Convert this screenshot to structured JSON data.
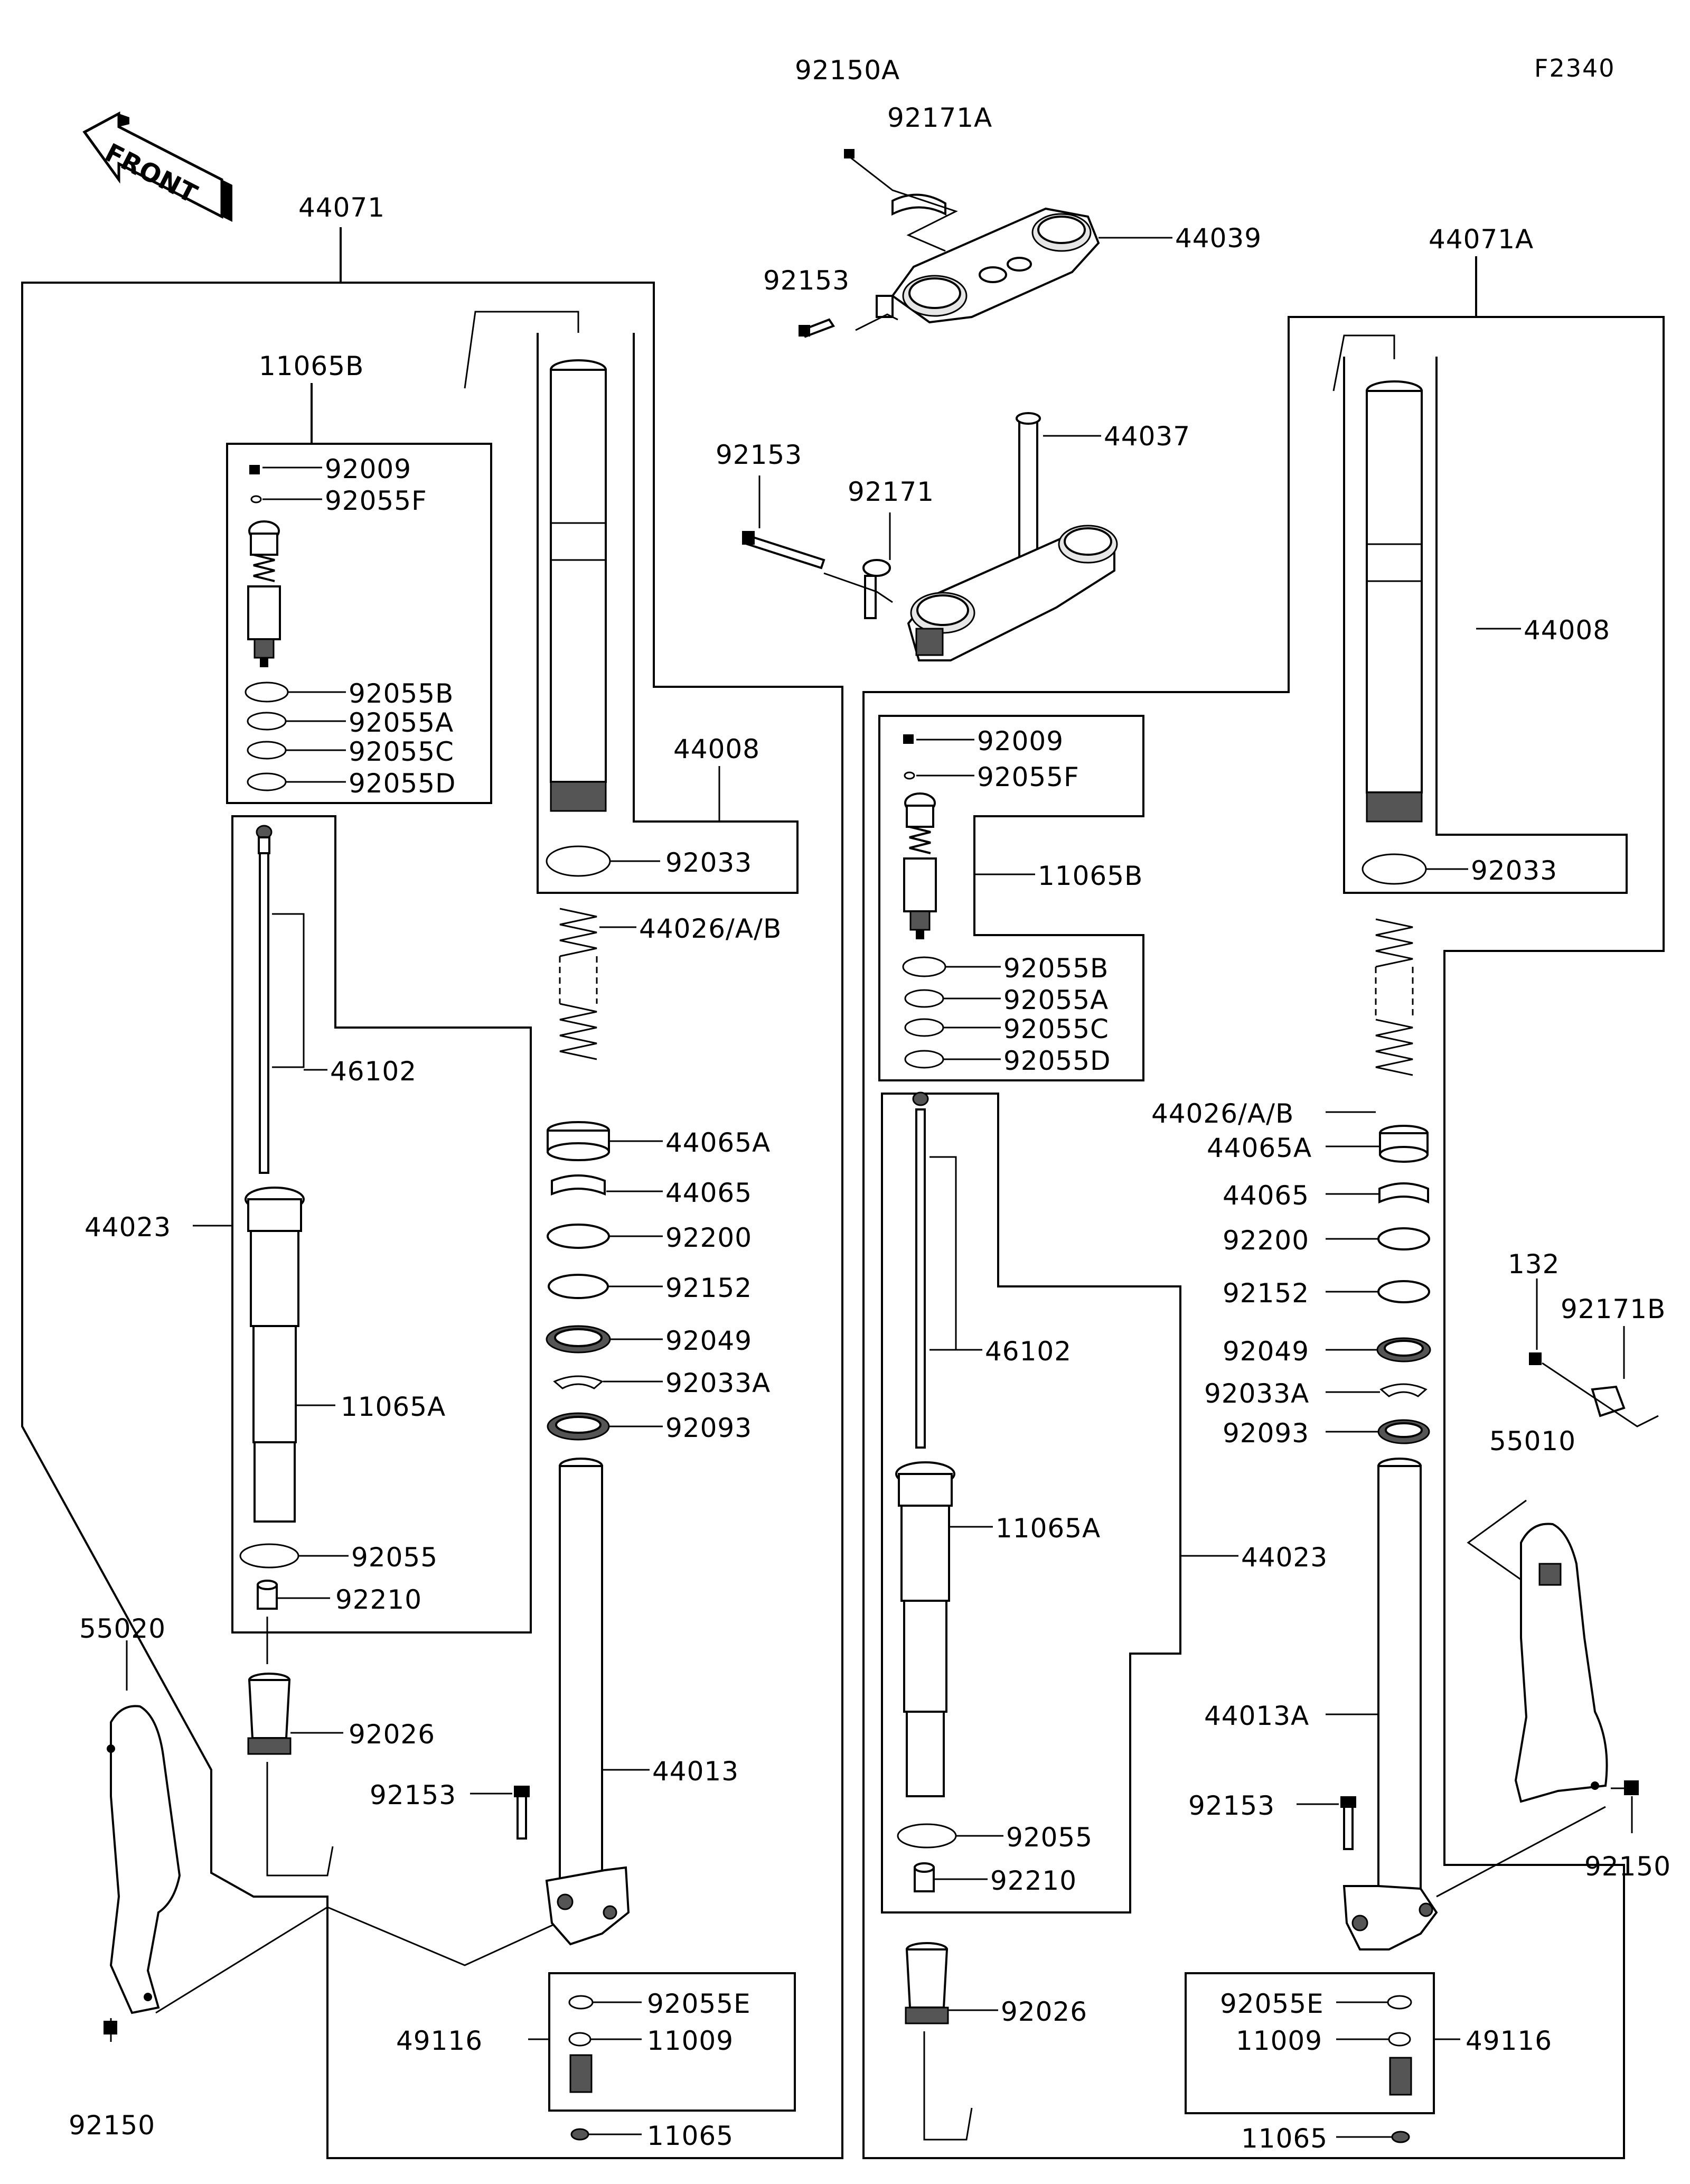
{
  "diagram_code": "F2340",
  "front_label": "FRONT",
  "labels": {
    "p92150A": "92150A",
    "p92171A": "92171A",
    "p44039": "44039",
    "p92153_top": "92153",
    "p44037": "44037",
    "p92153_mid": "92153",
    "p92171": "92171",
    "p44071": "44071",
    "p44071A": "44071A",
    "L_11065B": "11065B",
    "L_92009": "92009",
    "L_92055F": "92055F",
    "L_92055B": "92055B",
    "L_92055A": "92055A",
    "L_92055C": "92055C",
    "L_92055D": "92055D",
    "L_46102": "46102",
    "L_44023": "44023",
    "L_11065A": "11065A",
    "L_92055": "92055",
    "L_92210": "92210",
    "L_55020": "55020",
    "L_92026": "92026",
    "L_92153": "92153",
    "L_92150": "92150",
    "L_44008": "44008",
    "L_92033": "92033",
    "L_44026": "44026/A/B",
    "L_44065A": "44065A",
    "L_44065": "44065",
    "L_92200": "92200",
    "L_92152": "92152",
    "L_92049": "92049",
    "L_92033A": "92033A",
    "L_92093": "92093",
    "L_44013": "44013",
    "L_92055E": "92055E",
    "L_49116": "49116",
    "L_11009": "11009",
    "L_11065": "11065",
    "R_92009": "92009",
    "R_92055F": "92055F",
    "R_11065B": "11065B",
    "R_92055B": "92055B",
    "R_92055A": "92055A",
    "R_92055C": "92055C",
    "R_92055D": "92055D",
    "R_46102": "46102",
    "R_11065A": "11065A",
    "R_44023": "44023",
    "R_92055": "92055",
    "R_92210": "92210",
    "R_92026": "92026",
    "R_44008": "44008",
    "R_92033": "92033",
    "R_44026": "44026/A/B",
    "R_44065A": "44065A",
    "R_44065": "44065",
    "R_92200": "92200",
    "R_92152": "92152",
    "R_92049": "92049",
    "R_92033A": "92033A",
    "R_92093": "92093",
    "R_44013A": "44013A",
    "R_92153": "92153",
    "R_132": "132",
    "R_92171B": "92171B",
    "R_55010": "55010",
    "R_92150": "92150",
    "R_92055E": "92055E",
    "R_11009": "11009",
    "R_49116": "49116",
    "R_11065": "11065"
  }
}
